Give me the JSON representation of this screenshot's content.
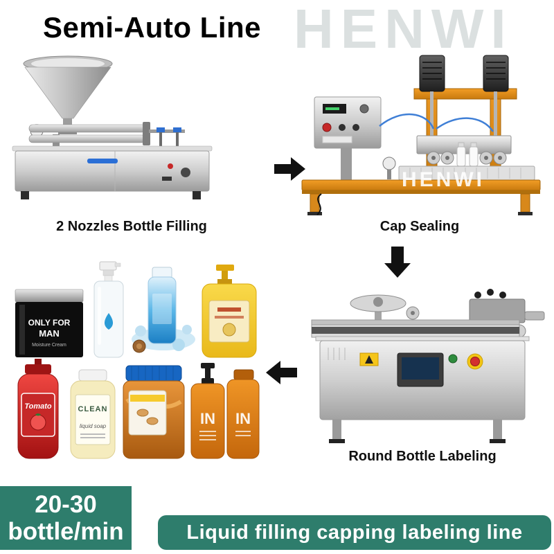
{
  "title": "Semi-Auto Line",
  "watermark": {
    "brand": "HENWI",
    "photo": "HENWI"
  },
  "stations": {
    "filling": {
      "label": "2 Nozzles Bottle Filling"
    },
    "capping": {
      "label": "Cap Sealing"
    },
    "labeling": {
      "label": "Round Bottle Labeling"
    }
  },
  "badge": {
    "line1": "20-30",
    "line2": "bottle/min"
  },
  "banner": {
    "text": "Liquid filling capping labeling line"
  },
  "products": {
    "cream_jar": {
      "line1": "ONLY FOR",
      "line2": "MAN",
      "line3": "Moisture Cream"
    },
    "ketchup": {
      "label": "Tomato"
    },
    "liquid_soap": {
      "line1": "CLEAN",
      "line2": "liquid soap"
    },
    "shampoo_pump": {
      "label": "IN"
    },
    "shampoo_cap": {
      "label": "IN"
    }
  },
  "colors": {
    "accent_teal": "#2e7d6c",
    "arrow_black": "#111111",
    "watermark_gray": "#dbe0e0"
  }
}
